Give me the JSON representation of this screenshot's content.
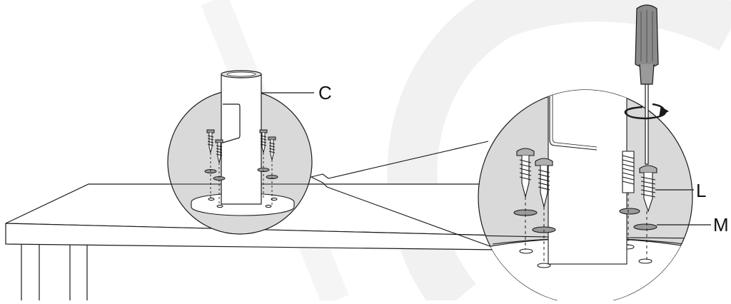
{
  "labels": {
    "post": "C",
    "screw": "L",
    "washer": "M"
  },
  "colors": {
    "line": "#1a1a1a",
    "magnifier_fill": "#d9d9d9",
    "watermark": "#f1f1f1",
    "washer_fill": "#9a9a9a",
    "screwdriver_handle": "#8a8a8a",
    "background": "#ffffff"
  },
  "icons": {
    "rotation": "clockwise-rotation-arrow-icon",
    "tool": "screwdriver-icon"
  }
}
